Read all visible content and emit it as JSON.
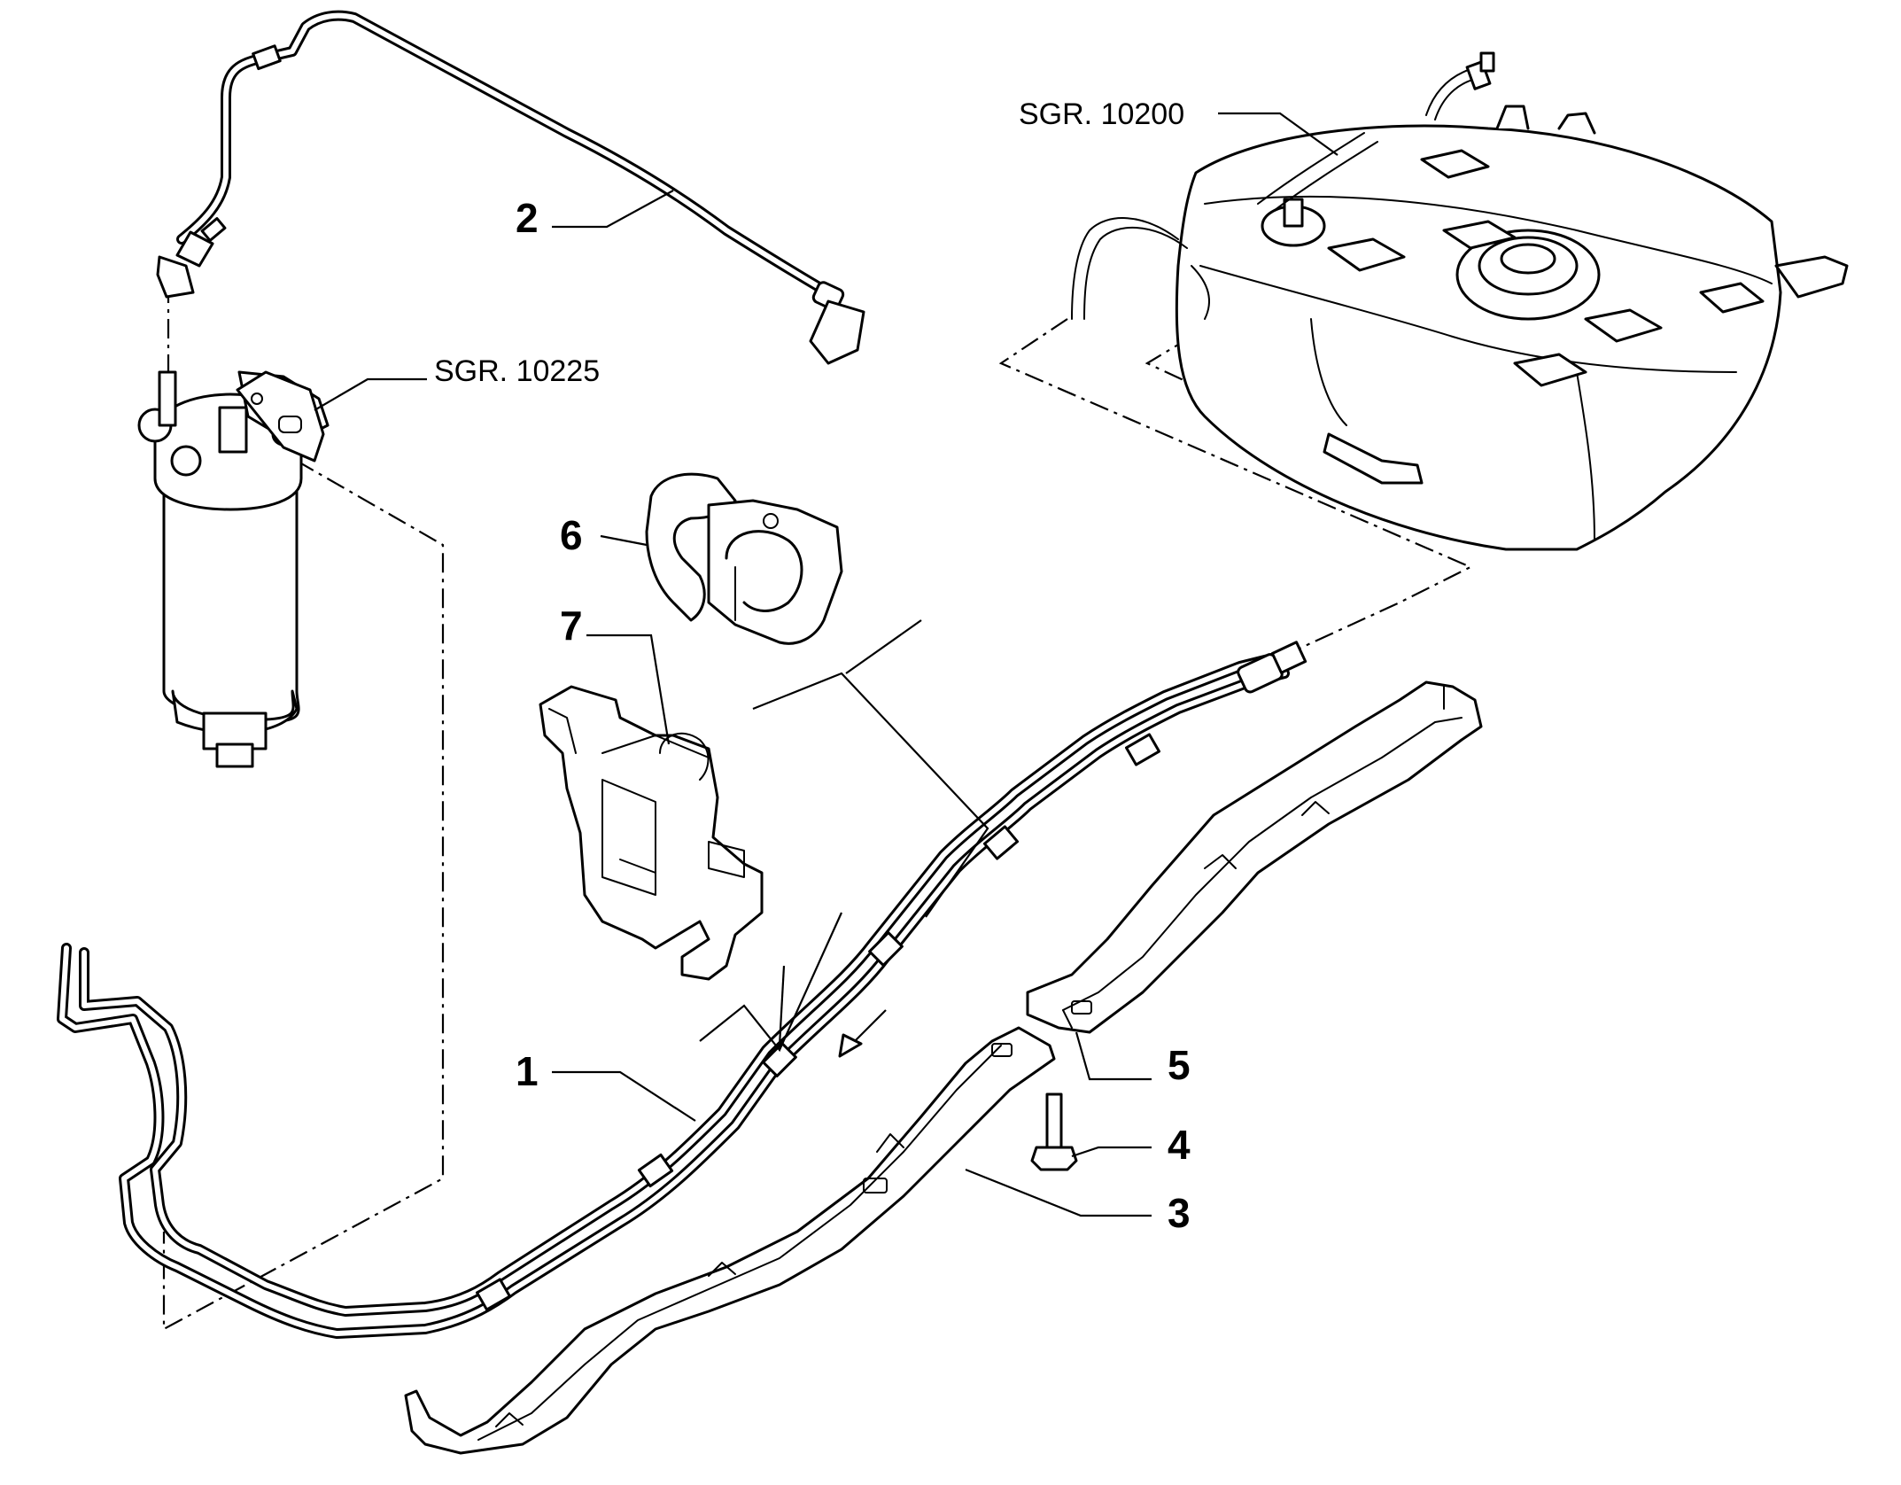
{
  "references": {
    "fuel_tank": "SGR. 10200",
    "fuel_filter": "SGR. 10225"
  },
  "callouts": {
    "pipe_assembly": "1",
    "filter_to_pump_pipe": "2",
    "lower_guard": "3",
    "bolt": "4",
    "upper_guard": "5",
    "double_clip": "6",
    "bracket": "7"
  },
  "colors": {
    "line": "#000000",
    "background": "#ffffff"
  }
}
